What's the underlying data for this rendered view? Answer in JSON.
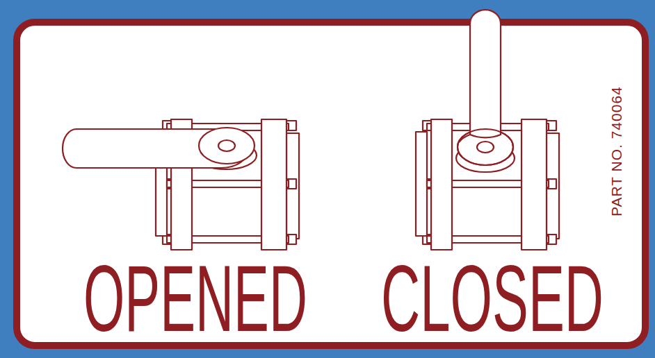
{
  "diagram": {
    "labels": [
      "OPENED",
      "CLOSED",
      "PART NO. 740064"
    ]
  }
}
